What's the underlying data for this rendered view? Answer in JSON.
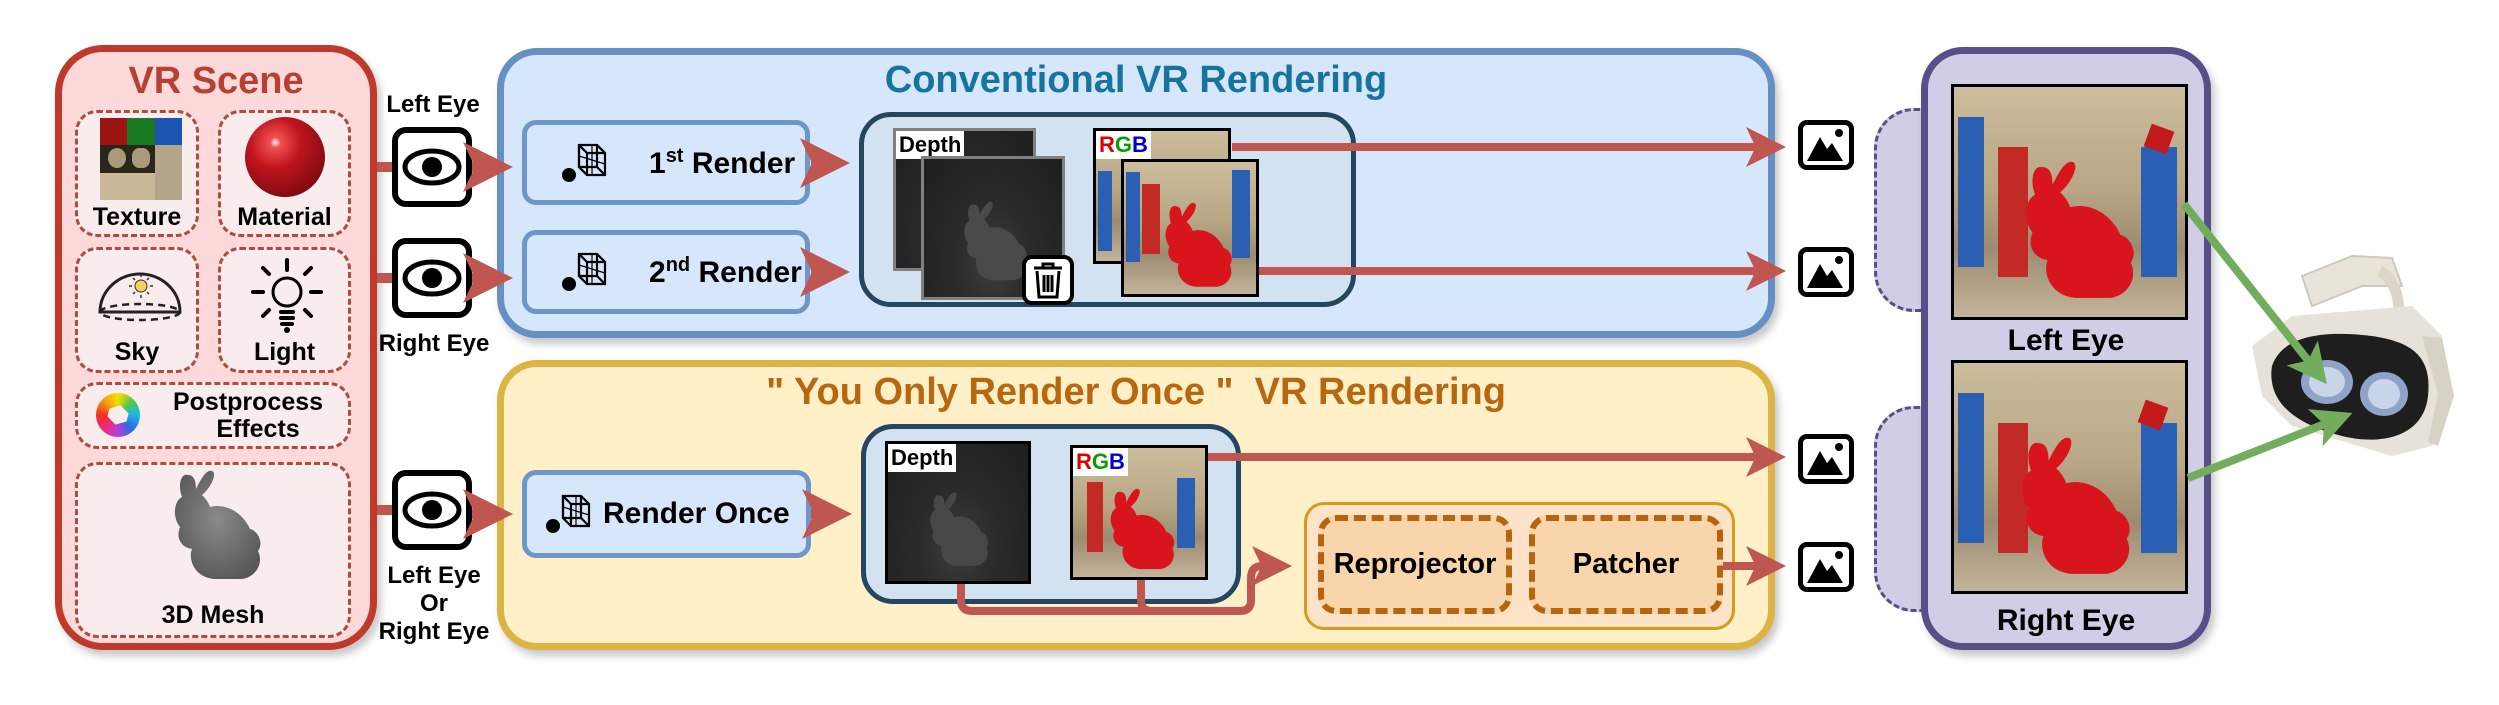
{
  "vr_scene": {
    "title": "VR Scene",
    "items": [
      {
        "label": "Texture",
        "icon": "texture-atlas-icon"
      },
      {
        "label": "Material",
        "icon": "red-sphere-icon"
      },
      {
        "label": "Sky",
        "icon": "sky-dome-icon"
      },
      {
        "label": "Light",
        "icon": "light-bulb-icon"
      },
      {
        "label_line1": "Postprocess",
        "label_line2": "Effects",
        "icon": "aperture-icon"
      },
      {
        "label": "3D Mesh",
        "icon": "bunny-mesh-icon"
      }
    ]
  },
  "eyes": {
    "left": "Left Eye",
    "right": "Right Eye",
    "either_line1": "Left Eye",
    "either_line2": "Or",
    "either_line3": "Right Eye"
  },
  "conventional": {
    "title": "Conventional VR Rendering",
    "render1": {
      "number": "1",
      "sup": "st",
      "label": "Render"
    },
    "render2": {
      "number": "2",
      "sup": "nd",
      "label": "Render"
    },
    "depth_tag": "Depth",
    "rgb_tag": {
      "r": "R",
      "g": "G",
      "b": "B"
    }
  },
  "yoro": {
    "title": "\" You Only Render Once \"  VR Rendering",
    "render_once": "Render Once",
    "depth_tag": "Depth",
    "rgb_tag": {
      "r": "R",
      "g": "G",
      "b": "B"
    },
    "reprojector": "Reprojector",
    "patcher": "Patcher"
  },
  "output": {
    "left_eye": "Left Eye",
    "right_eye": "Right Eye"
  },
  "colors": {
    "scene_border": "#c0392b",
    "scene_title": "#b84033",
    "conventional_title": "#17749f",
    "yoro_title": "#b8670f",
    "arrow": "#bf5650",
    "green_arrow": "#72ad5e",
    "rgb_r": "#e00000",
    "rgb_g": "#0a9a0a",
    "rgb_b": "#0000d0"
  }
}
